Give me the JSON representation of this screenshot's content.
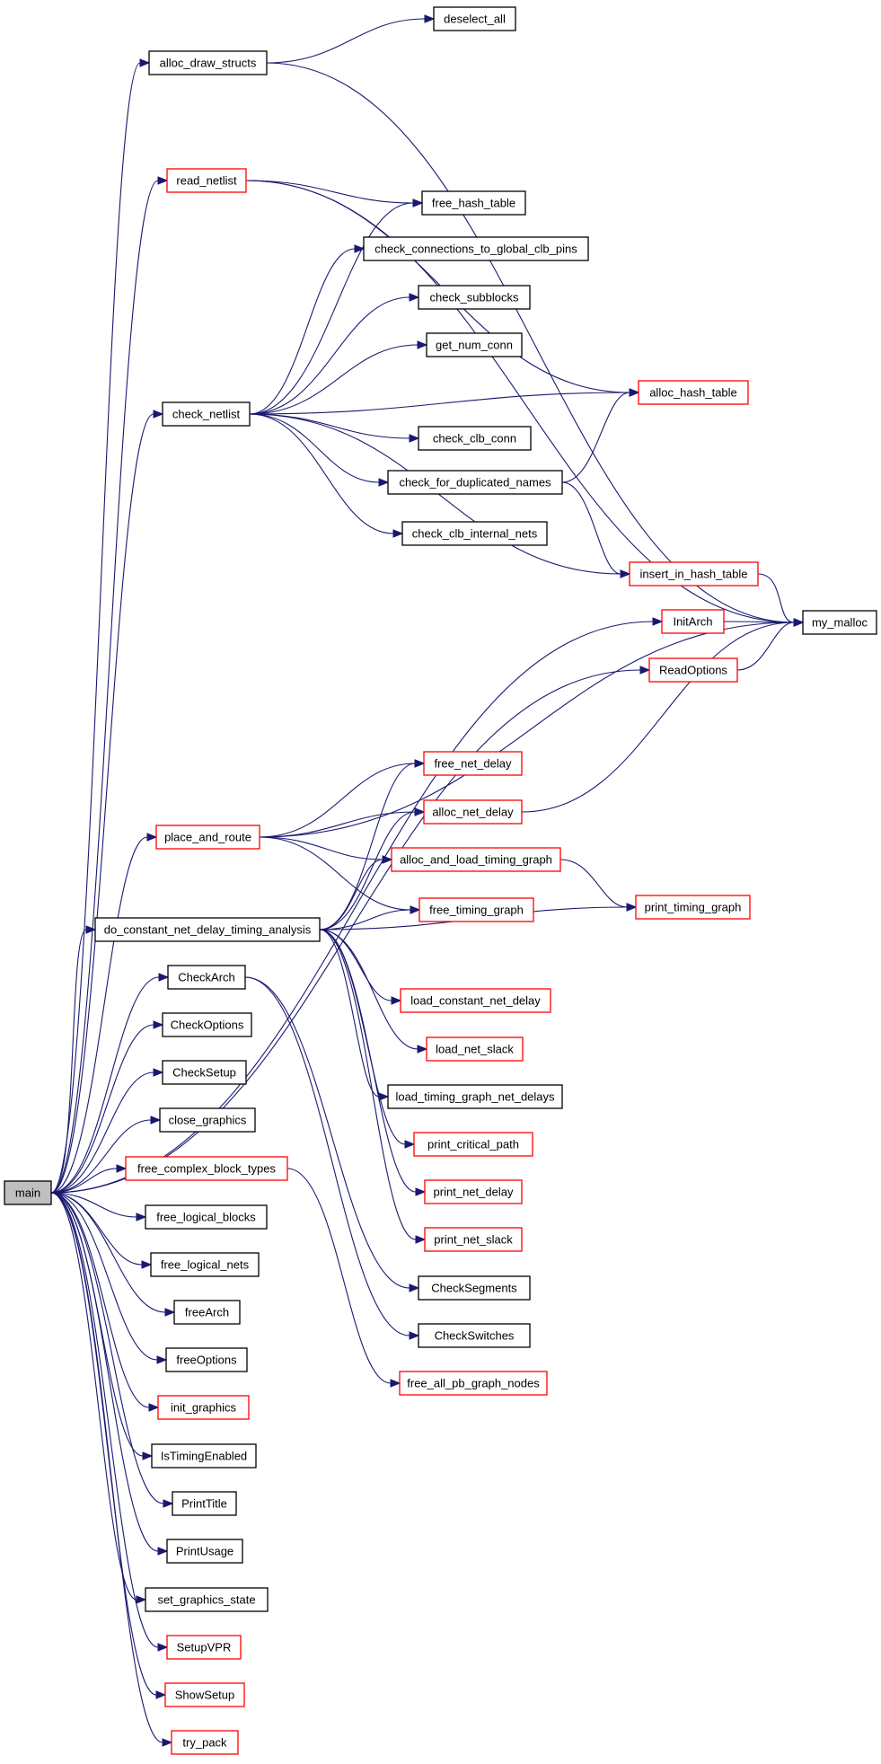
{
  "colors": {
    "edge": "#191970",
    "external_border": "#ff0000",
    "normal_border": "#000000",
    "root_fill": "#bfbfbf"
  },
  "nodes": [
    {
      "id": "main",
      "label": "main",
      "style": "root"
    },
    {
      "id": "deselect_all",
      "label": "deselect_all",
      "style": "plain"
    },
    {
      "id": "alloc_draw_structs",
      "label": "alloc_draw_structs",
      "style": "plain"
    },
    {
      "id": "read_netlist",
      "label": "read_netlist",
      "style": "red"
    },
    {
      "id": "free_hash_table",
      "label": "free_hash_table",
      "style": "plain"
    },
    {
      "id": "check_connections_to_global_clb_pins",
      "label": "check_connections_to_global_clb_pins",
      "style": "plain"
    },
    {
      "id": "check_subblocks",
      "label": "check_subblocks",
      "style": "plain"
    },
    {
      "id": "get_num_conn",
      "label": "get_num_conn",
      "style": "plain"
    },
    {
      "id": "alloc_hash_table",
      "label": "alloc_hash_table",
      "style": "red"
    },
    {
      "id": "check_netlist",
      "label": "check_netlist",
      "style": "plain"
    },
    {
      "id": "check_clb_conn",
      "label": "check_clb_conn",
      "style": "plain"
    },
    {
      "id": "check_for_duplicated_names",
      "label": "check_for_duplicated_names",
      "style": "plain"
    },
    {
      "id": "check_clb_internal_nets",
      "label": "check_clb_internal_nets",
      "style": "plain"
    },
    {
      "id": "insert_in_hash_table",
      "label": "insert_in_hash_table",
      "style": "red"
    },
    {
      "id": "InitArch",
      "label": "InitArch",
      "style": "red"
    },
    {
      "id": "my_malloc",
      "label": "my_malloc",
      "style": "plain"
    },
    {
      "id": "ReadOptions",
      "label": "ReadOptions",
      "style": "red"
    },
    {
      "id": "free_net_delay",
      "label": "free_net_delay",
      "style": "red"
    },
    {
      "id": "alloc_net_delay",
      "label": "alloc_net_delay",
      "style": "red"
    },
    {
      "id": "place_and_route",
      "label": "place_and_route",
      "style": "red"
    },
    {
      "id": "alloc_and_load_timing_graph",
      "label": "alloc_and_load_timing_graph",
      "style": "red"
    },
    {
      "id": "free_timing_graph",
      "label": "free_timing_graph",
      "style": "red"
    },
    {
      "id": "print_timing_graph",
      "label": "print_timing_graph",
      "style": "red"
    },
    {
      "id": "do_constant_net_delay_timing_analysis",
      "label": "do_constant_net_delay_timing_analysis",
      "style": "plain"
    },
    {
      "id": "CheckArch",
      "label": "CheckArch",
      "style": "plain"
    },
    {
      "id": "load_constant_net_delay",
      "label": "load_constant_net_delay",
      "style": "red"
    },
    {
      "id": "CheckOptions",
      "label": "CheckOptions",
      "style": "plain"
    },
    {
      "id": "load_net_slack",
      "label": "load_net_slack",
      "style": "red"
    },
    {
      "id": "CheckSetup",
      "label": "CheckSetup",
      "style": "plain"
    },
    {
      "id": "load_timing_graph_net_delays",
      "label": "load_timing_graph_net_delays",
      "style": "plain"
    },
    {
      "id": "close_graphics",
      "label": "close_graphics",
      "style": "plain"
    },
    {
      "id": "print_critical_path",
      "label": "print_critical_path",
      "style": "red"
    },
    {
      "id": "free_complex_block_types",
      "label": "free_complex_block_types",
      "style": "red"
    },
    {
      "id": "print_net_delay",
      "label": "print_net_delay",
      "style": "red"
    },
    {
      "id": "free_logical_blocks",
      "label": "free_logical_blocks",
      "style": "plain"
    },
    {
      "id": "print_net_slack",
      "label": "print_net_slack",
      "style": "red"
    },
    {
      "id": "free_logical_nets",
      "label": "free_logical_nets",
      "style": "plain"
    },
    {
      "id": "CheckSegments",
      "label": "CheckSegments",
      "style": "plain"
    },
    {
      "id": "freeArch",
      "label": "freeArch",
      "style": "plain"
    },
    {
      "id": "CheckSwitches",
      "label": "CheckSwitches",
      "style": "plain"
    },
    {
      "id": "freeOptions",
      "label": "freeOptions",
      "style": "plain"
    },
    {
      "id": "free_all_pb_graph_nodes",
      "label": "free_all_pb_graph_nodes",
      "style": "red"
    },
    {
      "id": "init_graphics",
      "label": "init_graphics",
      "style": "red"
    },
    {
      "id": "IsTimingEnabled",
      "label": "IsTimingEnabled",
      "style": "plain"
    },
    {
      "id": "PrintTitle",
      "label": "PrintTitle",
      "style": "plain"
    },
    {
      "id": "PrintUsage",
      "label": "PrintUsage",
      "style": "plain"
    },
    {
      "id": "set_graphics_state",
      "label": "set_graphics_state",
      "style": "plain"
    },
    {
      "id": "SetupVPR",
      "label": "SetupVPR",
      "style": "red"
    },
    {
      "id": "ShowSetup",
      "label": "ShowSetup",
      "style": "red"
    },
    {
      "id": "try_pack",
      "label": "try_pack",
      "style": "red"
    }
  ],
  "edges": [
    [
      "main",
      "alloc_draw_structs"
    ],
    [
      "main",
      "read_netlist"
    ],
    [
      "main",
      "check_netlist"
    ],
    [
      "main",
      "InitArch"
    ],
    [
      "main",
      "ReadOptions"
    ],
    [
      "main",
      "place_and_route"
    ],
    [
      "main",
      "do_constant_net_delay_timing_analysis"
    ],
    [
      "main",
      "CheckArch"
    ],
    [
      "main",
      "CheckOptions"
    ],
    [
      "main",
      "CheckSetup"
    ],
    [
      "main",
      "close_graphics"
    ],
    [
      "main",
      "free_complex_block_types"
    ],
    [
      "main",
      "free_logical_blocks"
    ],
    [
      "main",
      "free_logical_nets"
    ],
    [
      "main",
      "freeArch"
    ],
    [
      "main",
      "freeOptions"
    ],
    [
      "main",
      "init_graphics"
    ],
    [
      "main",
      "IsTimingEnabled"
    ],
    [
      "main",
      "PrintTitle"
    ],
    [
      "main",
      "PrintUsage"
    ],
    [
      "main",
      "set_graphics_state"
    ],
    [
      "main",
      "SetupVPR"
    ],
    [
      "main",
      "ShowSetup"
    ],
    [
      "main",
      "try_pack"
    ],
    [
      "alloc_draw_structs",
      "deselect_all"
    ],
    [
      "alloc_draw_structs",
      "my_malloc"
    ],
    [
      "read_netlist",
      "free_hash_table"
    ],
    [
      "read_netlist",
      "alloc_hash_table"
    ],
    [
      "read_netlist",
      "my_malloc"
    ],
    [
      "check_netlist",
      "free_hash_table"
    ],
    [
      "check_netlist",
      "check_connections_to_global_clb_pins"
    ],
    [
      "check_netlist",
      "check_subblocks"
    ],
    [
      "check_netlist",
      "get_num_conn"
    ],
    [
      "check_netlist",
      "alloc_hash_table"
    ],
    [
      "check_netlist",
      "check_clb_conn"
    ],
    [
      "check_netlist",
      "check_for_duplicated_names"
    ],
    [
      "check_netlist",
      "check_clb_internal_nets"
    ],
    [
      "check_netlist",
      "insert_in_hash_table"
    ],
    [
      "check_for_duplicated_names",
      "alloc_hash_table"
    ],
    [
      "check_for_duplicated_names",
      "insert_in_hash_table"
    ],
    [
      "insert_in_hash_table",
      "my_malloc"
    ],
    [
      "InitArch",
      "my_malloc"
    ],
    [
      "ReadOptions",
      "my_malloc"
    ],
    [
      "place_and_route",
      "my_malloc"
    ],
    [
      "place_and_route",
      "free_net_delay"
    ],
    [
      "place_and_route",
      "alloc_net_delay"
    ],
    [
      "place_and_route",
      "alloc_and_load_timing_graph"
    ],
    [
      "place_and_route",
      "free_timing_graph"
    ],
    [
      "alloc_net_delay",
      "my_malloc"
    ],
    [
      "alloc_and_load_timing_graph",
      "print_timing_graph"
    ],
    [
      "do_constant_net_delay_timing_analysis",
      "free_net_delay"
    ],
    [
      "do_constant_net_delay_timing_analysis",
      "alloc_net_delay"
    ],
    [
      "do_constant_net_delay_timing_analysis",
      "alloc_and_load_timing_graph"
    ],
    [
      "do_constant_net_delay_timing_analysis",
      "free_timing_graph"
    ],
    [
      "do_constant_net_delay_timing_analysis",
      "print_timing_graph"
    ],
    [
      "do_constant_net_delay_timing_analysis",
      "load_constant_net_delay"
    ],
    [
      "do_constant_net_delay_timing_analysis",
      "load_net_slack"
    ],
    [
      "do_constant_net_delay_timing_analysis",
      "load_timing_graph_net_delays"
    ],
    [
      "do_constant_net_delay_timing_analysis",
      "print_critical_path"
    ],
    [
      "do_constant_net_delay_timing_analysis",
      "print_net_delay"
    ],
    [
      "do_constant_net_delay_timing_analysis",
      "print_net_slack"
    ],
    [
      "CheckArch",
      "CheckSegments"
    ],
    [
      "CheckArch",
      "CheckSwitches"
    ],
    [
      "free_complex_block_types",
      "free_all_pb_graph_nodes"
    ]
  ]
}
